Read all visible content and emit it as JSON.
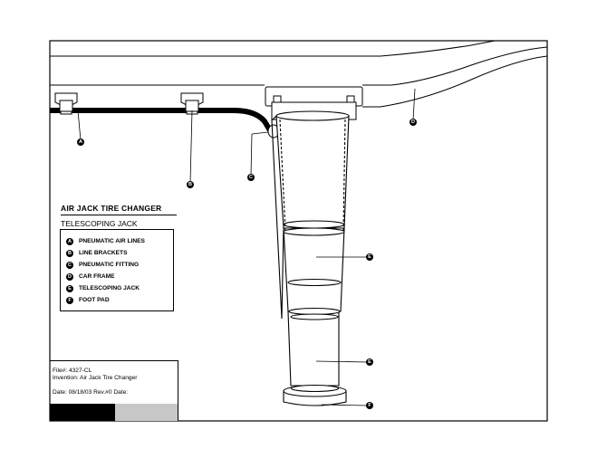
{
  "drawing": {
    "title": "AIR JACK TIRE CHANGER",
    "subtitle": "TELESCOPING JACK"
  },
  "legend": [
    {
      "letter": "A",
      "label": "PNEUMATIC AIR LINES"
    },
    {
      "letter": "B",
      "label": "LINE BRACKETS"
    },
    {
      "letter": "C",
      "label": "PNEUMATIC FITTING"
    },
    {
      "letter": "D",
      "label": "CAR FRAME"
    },
    {
      "letter": "E",
      "label": "TELESCOPING JACK"
    },
    {
      "letter": "F",
      "label": "FOOT PAD"
    }
  ],
  "callouts": {
    "a": "A",
    "b": "B",
    "c": "C",
    "d": "D",
    "e1": "E",
    "e2": "E",
    "f": "F"
  },
  "info": {
    "file": "File#: 4327-CL",
    "invention": "Invention: Air Jack Tire Changer",
    "date": "Date: 08/18/03 Rev.#0 Date:"
  },
  "colors": {
    "ink": "#000000",
    "bar_gray": "#c7c7c7",
    "paper": "#ffffff"
  }
}
